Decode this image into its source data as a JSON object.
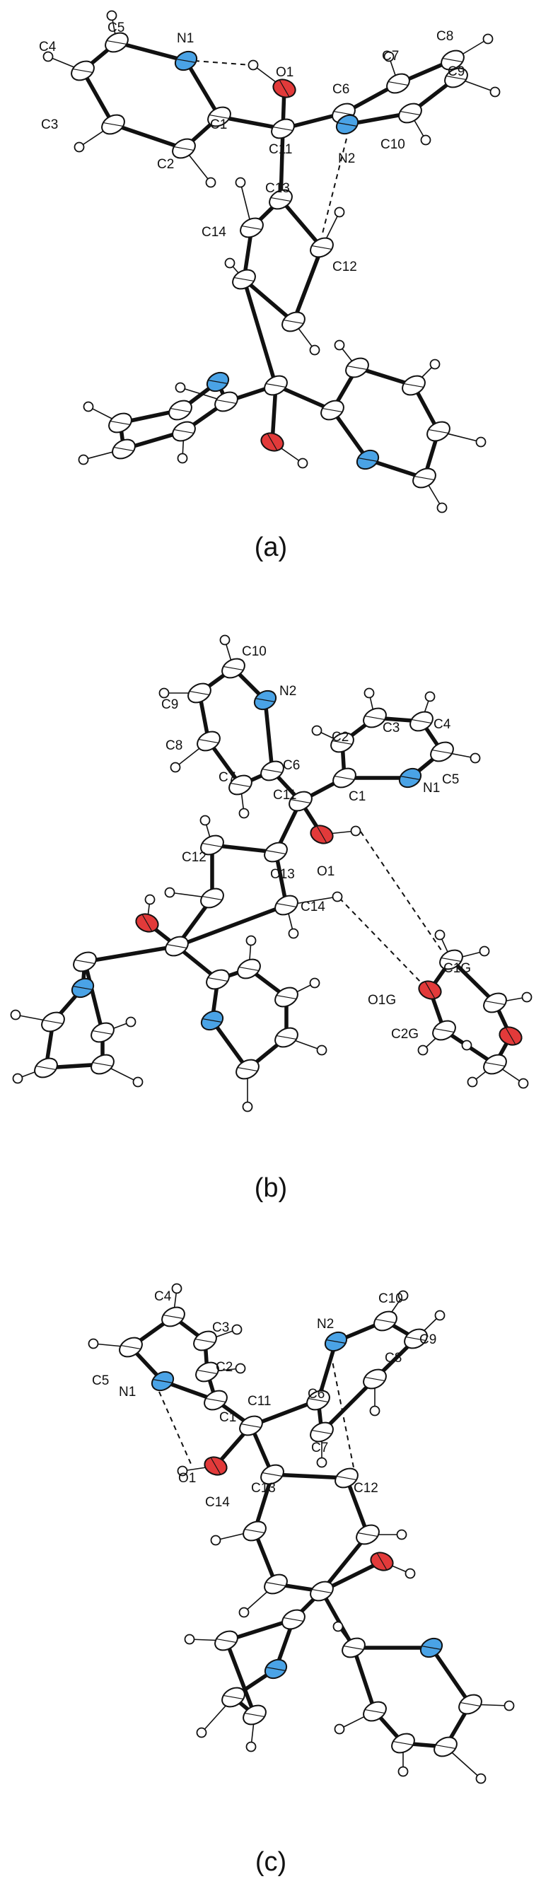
{
  "colors": {
    "carbon": "#ffffff",
    "nitrogen": "#4aa3e6",
    "oxygen": "#e23a3a",
    "hydrogen": "#ffffff",
    "bond": "#111111"
  },
  "panels": [
    {
      "caption": "(a)",
      "labels": [
        "C5",
        "N1",
        "O1",
        "C7",
        "C8",
        "C4",
        "C6",
        "C9",
        "C3",
        "C1",
        "C11",
        "N2",
        "C10",
        "C2",
        "C13",
        "C14",
        "C12"
      ]
    },
    {
      "caption": "(b)",
      "labels": [
        "C10",
        "C9",
        "N2",
        "C3",
        "C4",
        "C8",
        "C2",
        "C7",
        "C6",
        "C11",
        "C1",
        "N1",
        "C5",
        "C12",
        "C13",
        "O1",
        "C14",
        "C1G",
        "O1G",
        "C2G"
      ]
    },
    {
      "caption": "(c)",
      "labels": [
        "C4",
        "C10",
        "N2",
        "C9",
        "C3",
        "C5",
        "C2",
        "C8",
        "N1",
        "C6",
        "C11",
        "C1",
        "C7",
        "O1",
        "C13",
        "C12",
        "C14"
      ]
    }
  ]
}
